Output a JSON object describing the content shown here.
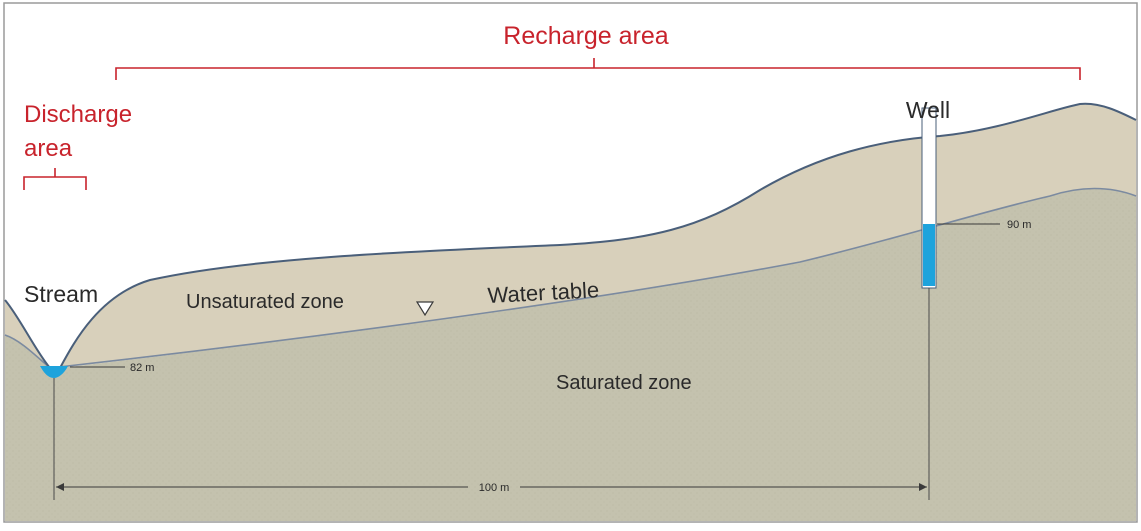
{
  "labels": {
    "recharge_area": "Recharge area",
    "discharge_area_line1": "Discharge",
    "discharge_area_line2": "area",
    "well": "Well",
    "stream": "Stream",
    "unsaturated_zone": "Unsaturated zone",
    "water_table": "Water table",
    "saturated_zone": "Saturated zone",
    "stream_level": "82 m",
    "well_level": "90 m",
    "distance": "100 m"
  },
  "colors": {
    "unsaturated_fill": "#d8d0bb",
    "saturated_fill": "#c4c2ae",
    "ground_line": "#4a5f7a",
    "water_table_line": "#7b8aa0",
    "water": "#1ea3dc",
    "annotation_red": "#c8232c",
    "text_dark": "#2a2a2a"
  },
  "icons": {
    "water_table_marker": "inverted-triangle-icon"
  }
}
